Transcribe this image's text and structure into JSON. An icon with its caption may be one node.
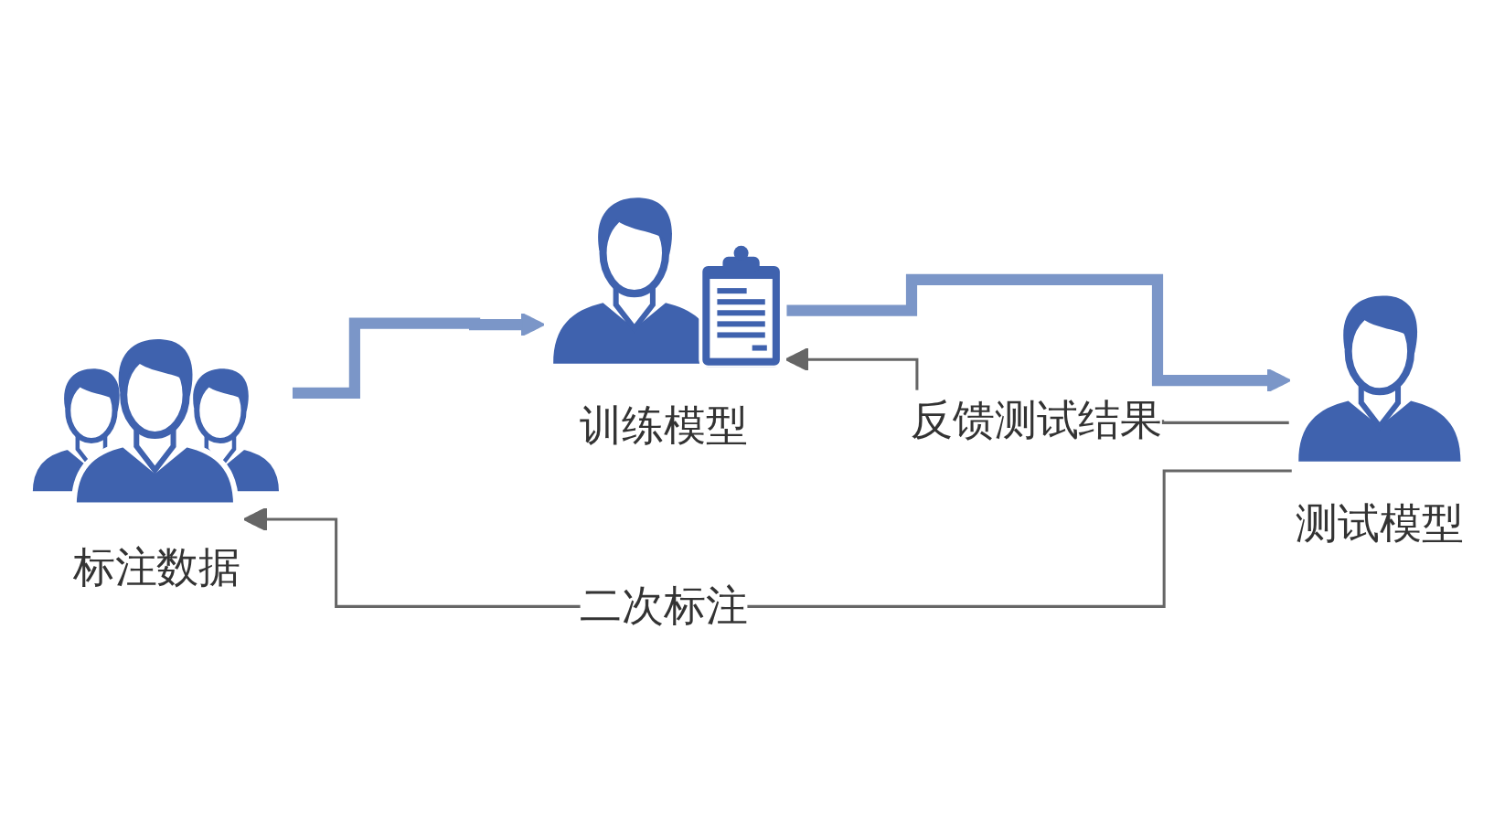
{
  "diagram": {
    "nodes": [
      {
        "text": [
          "标注数据"
        ]
      },
      {
        "text": [
          "训练模型"
        ]
      },
      {
        "text": [
          "测试模型"
        ]
      }
    ],
    "edges": [
      {
        "from": 0,
        "to": 1,
        "arrow": "to",
        "style": "thick",
        "color": "#7b96c8"
      },
      {
        "from": 1,
        "to": 2,
        "arrow": "to",
        "style": "thick",
        "color": "#7b96c8"
      },
      {
        "from": 2,
        "to": 0,
        "arrow": "to",
        "label": "二次标注",
        "color": "#666666"
      },
      {
        "from": 2,
        "to": 1,
        "arrow": "to",
        "label": "反馈测试结果",
        "color": "#666666"
      }
    ]
  }
}
